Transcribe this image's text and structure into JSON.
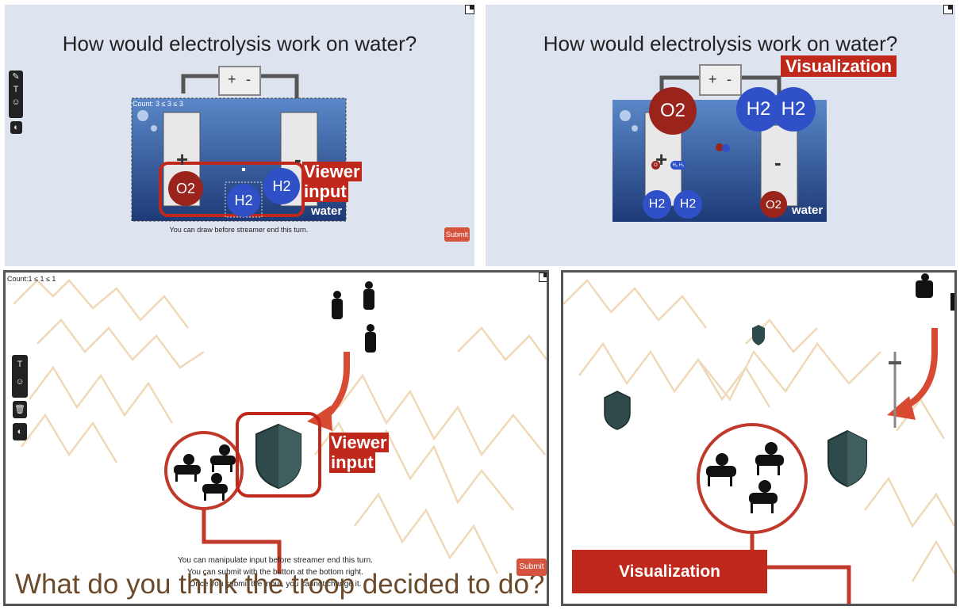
{
  "top_left": {
    "title": "How would electrolysis work on water?",
    "battery_plus": "+",
    "battery_minus": "-",
    "electrode_plus": "+",
    "electrode_minus": "-",
    "count": "Count: 3 ≤ 3 ≤ 3",
    "o2": "O2",
    "h2_dragged": "H2",
    "h2": "H2",
    "water": "water",
    "viewer_input_line1": "Viewer",
    "viewer_input_line2": "input",
    "hint": "You can draw before streamer end this turn.",
    "submit": "Submit",
    "tools": [
      "pen-icon",
      "text-icon",
      "emoji-icon",
      "palette-icon"
    ]
  },
  "top_right": {
    "title": "How would electrolysis work on water?",
    "visualization": "Visualization",
    "battery_plus": "+",
    "battery_minus": "-",
    "electrode_plus": "+",
    "electrode_minus": "-",
    "o2_big": "O2",
    "h2_big_a": "H2",
    "h2_big_b": "H2",
    "o2_small_tiny": "O",
    "h2_small_tiny": "H₂ H₂",
    "h2_bottom_a": "H2",
    "h2_bottom_b": "H2",
    "o2_bottom": "O2",
    "water": "water"
  },
  "bottom_left": {
    "count": "Count:1 ≤ 1 ≤ 1",
    "viewer_input_line1": "Viewer",
    "viewer_input_line2": "input",
    "hint_lines": [
      "You can manipulate input before streamer end this turn.",
      "You can submit with the button at the bottom right.",
      "Once you submit the input, you cannot change it."
    ],
    "submit": "Submit",
    "question": "What do you think the troop decided to do?",
    "tools": [
      "text-icon",
      "emoji-icon",
      "trash-icon",
      "palette-icon"
    ]
  },
  "bottom_right": {
    "visualization": "Visualization"
  },
  "colors": {
    "accent_red": "#c0281c",
    "molecule_o2": "#9a241c",
    "molecule_h2": "#3050c8",
    "shield": "#2f4a4a",
    "mountain_line": "#f0d8b8"
  }
}
